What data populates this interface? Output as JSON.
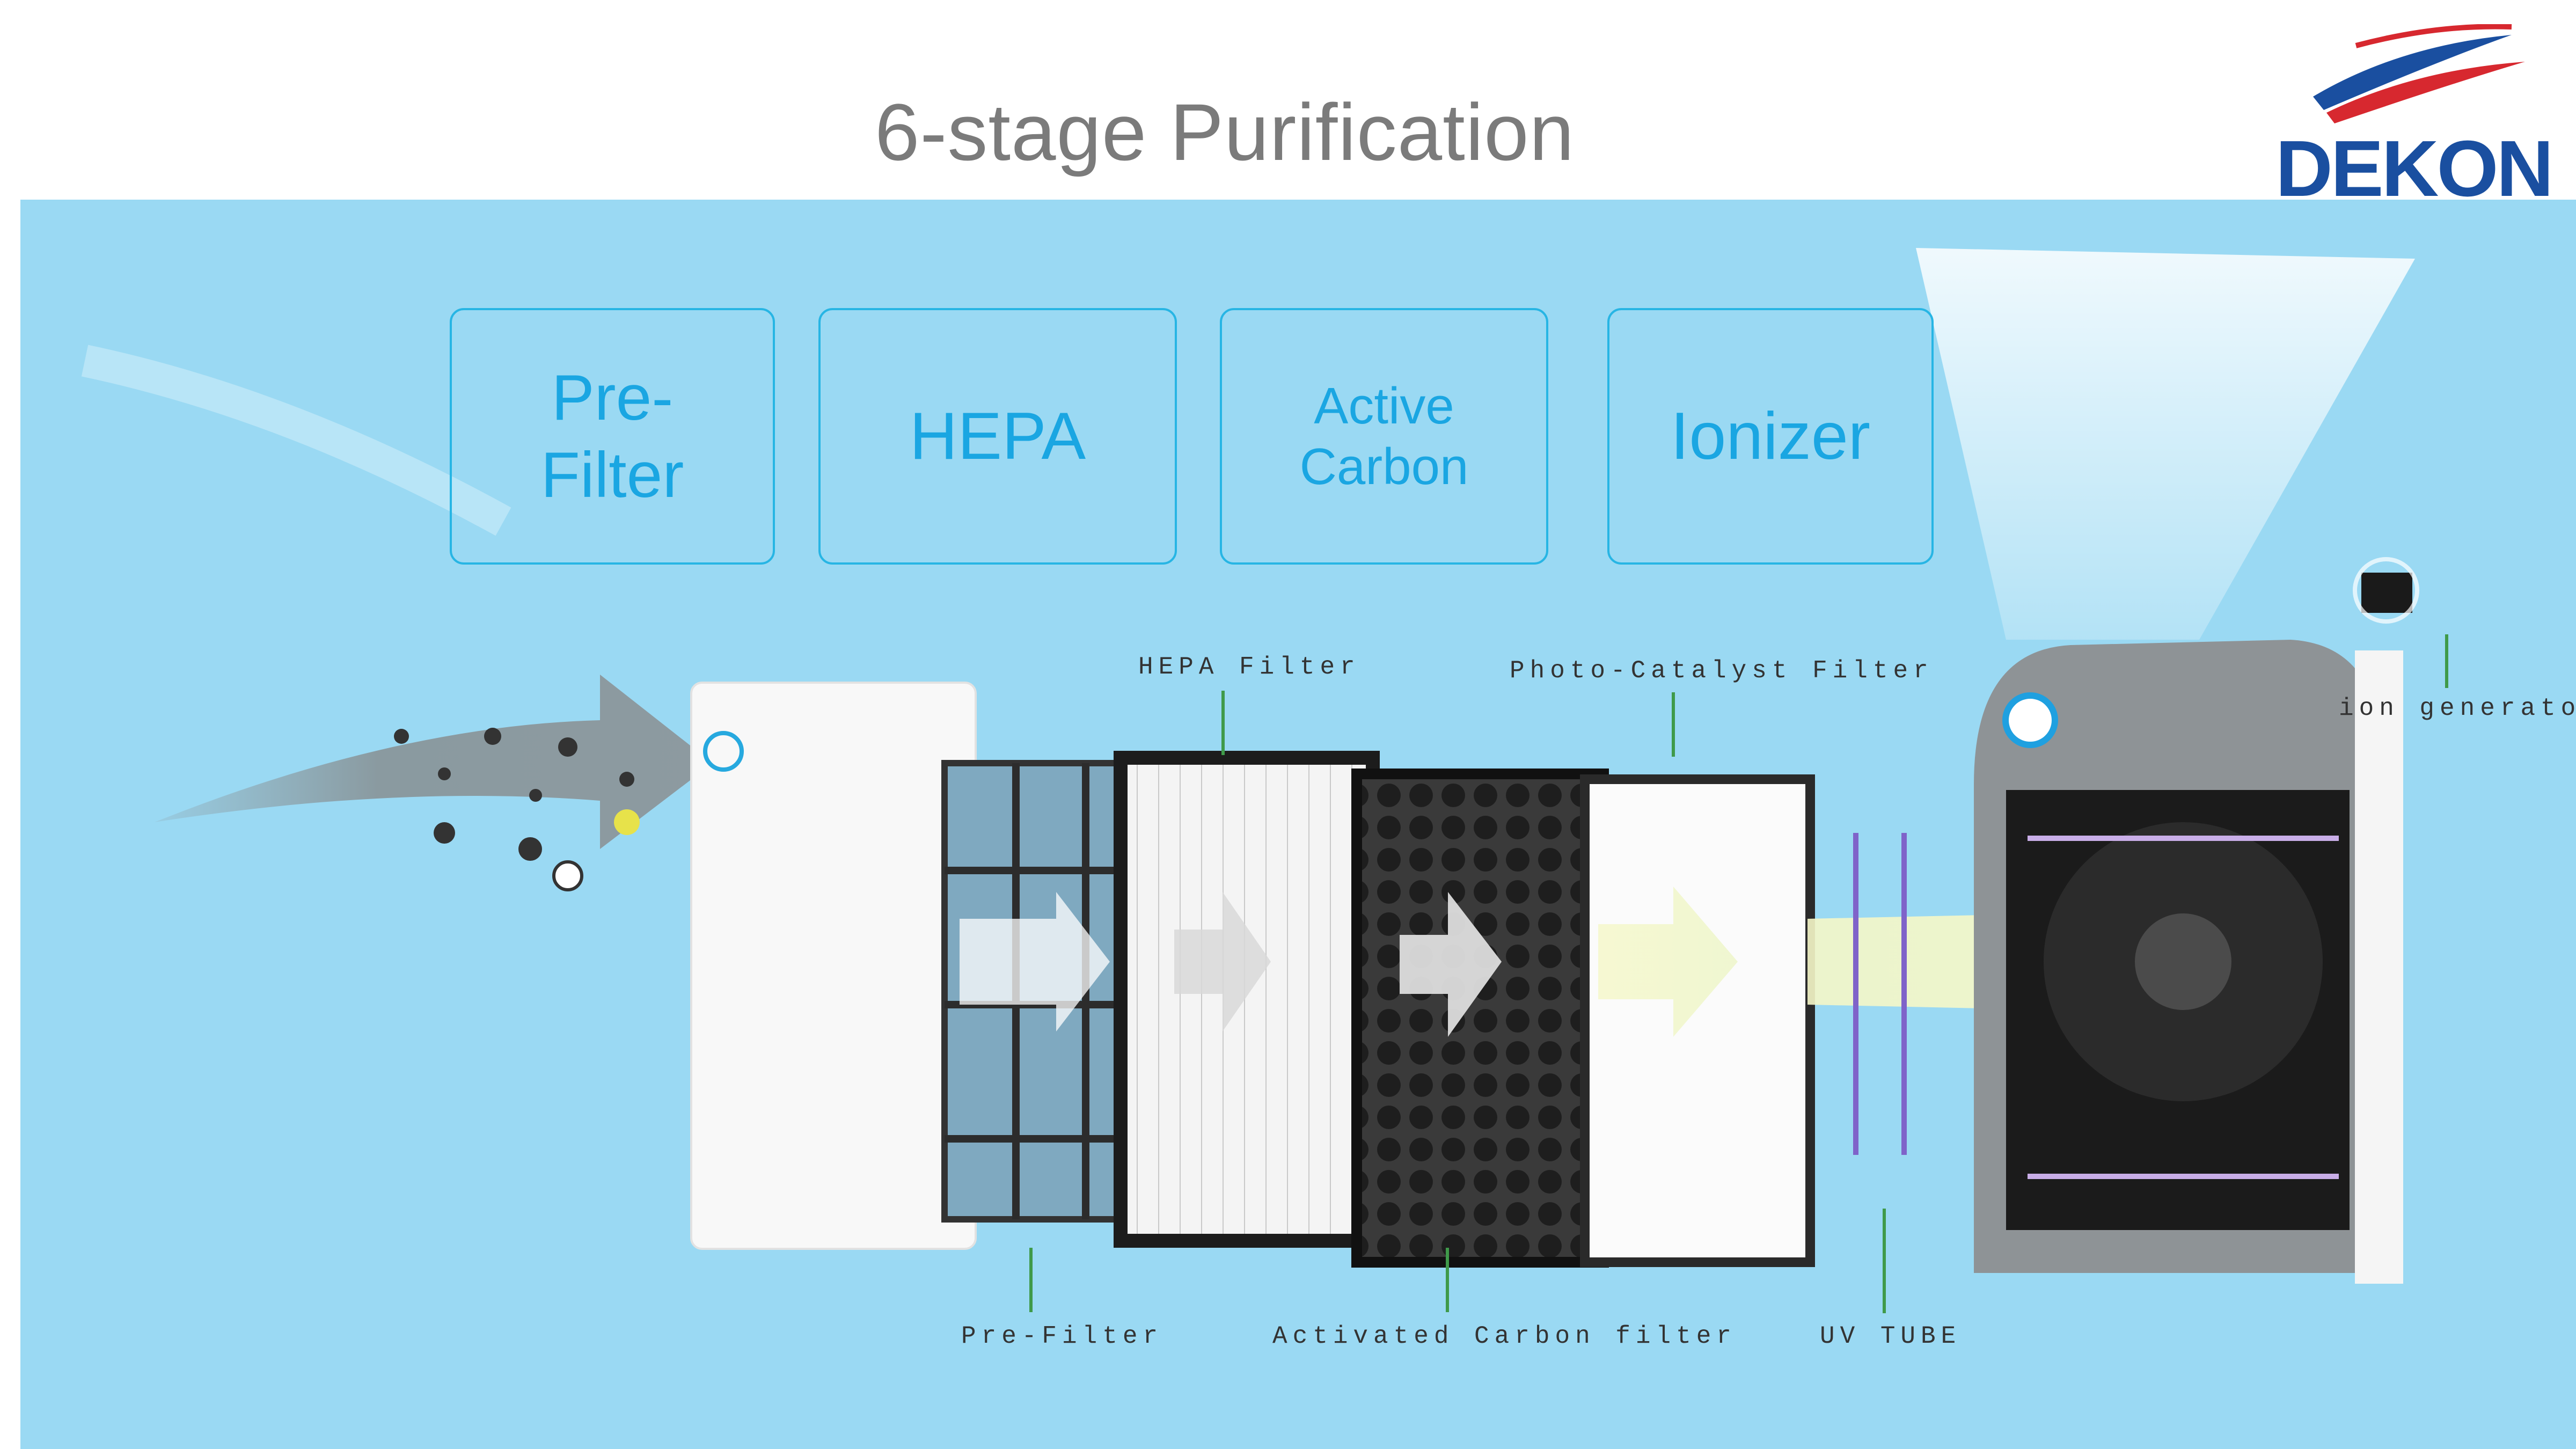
{
  "header": {
    "title": "6-stage Purification"
  },
  "logo": {
    "text": "DEKON"
  },
  "stages": [
    {
      "line1": "Pre-",
      "line2": "Filter"
    },
    {
      "line1": "HEPA",
      "line2": ""
    },
    {
      "line1": "Active",
      "line2": "Carbon"
    },
    {
      "line1": "Ionizer",
      "line2": ""
    }
  ],
  "callouts": {
    "hepa": "HEPA Filter",
    "photo": "Photo-Catalyst Filter",
    "ion": "ion generator",
    "pre": "Pre-Filter",
    "carbon": "Activated Carbon filter",
    "uv": "UV TUBE"
  },
  "colors": {
    "panel": "#9ad9f3",
    "accent": "#1aa6e2",
    "logo_blue": "#1a4fa0",
    "logo_red": "#d7282f",
    "leader": "#3f9a4a"
  }
}
